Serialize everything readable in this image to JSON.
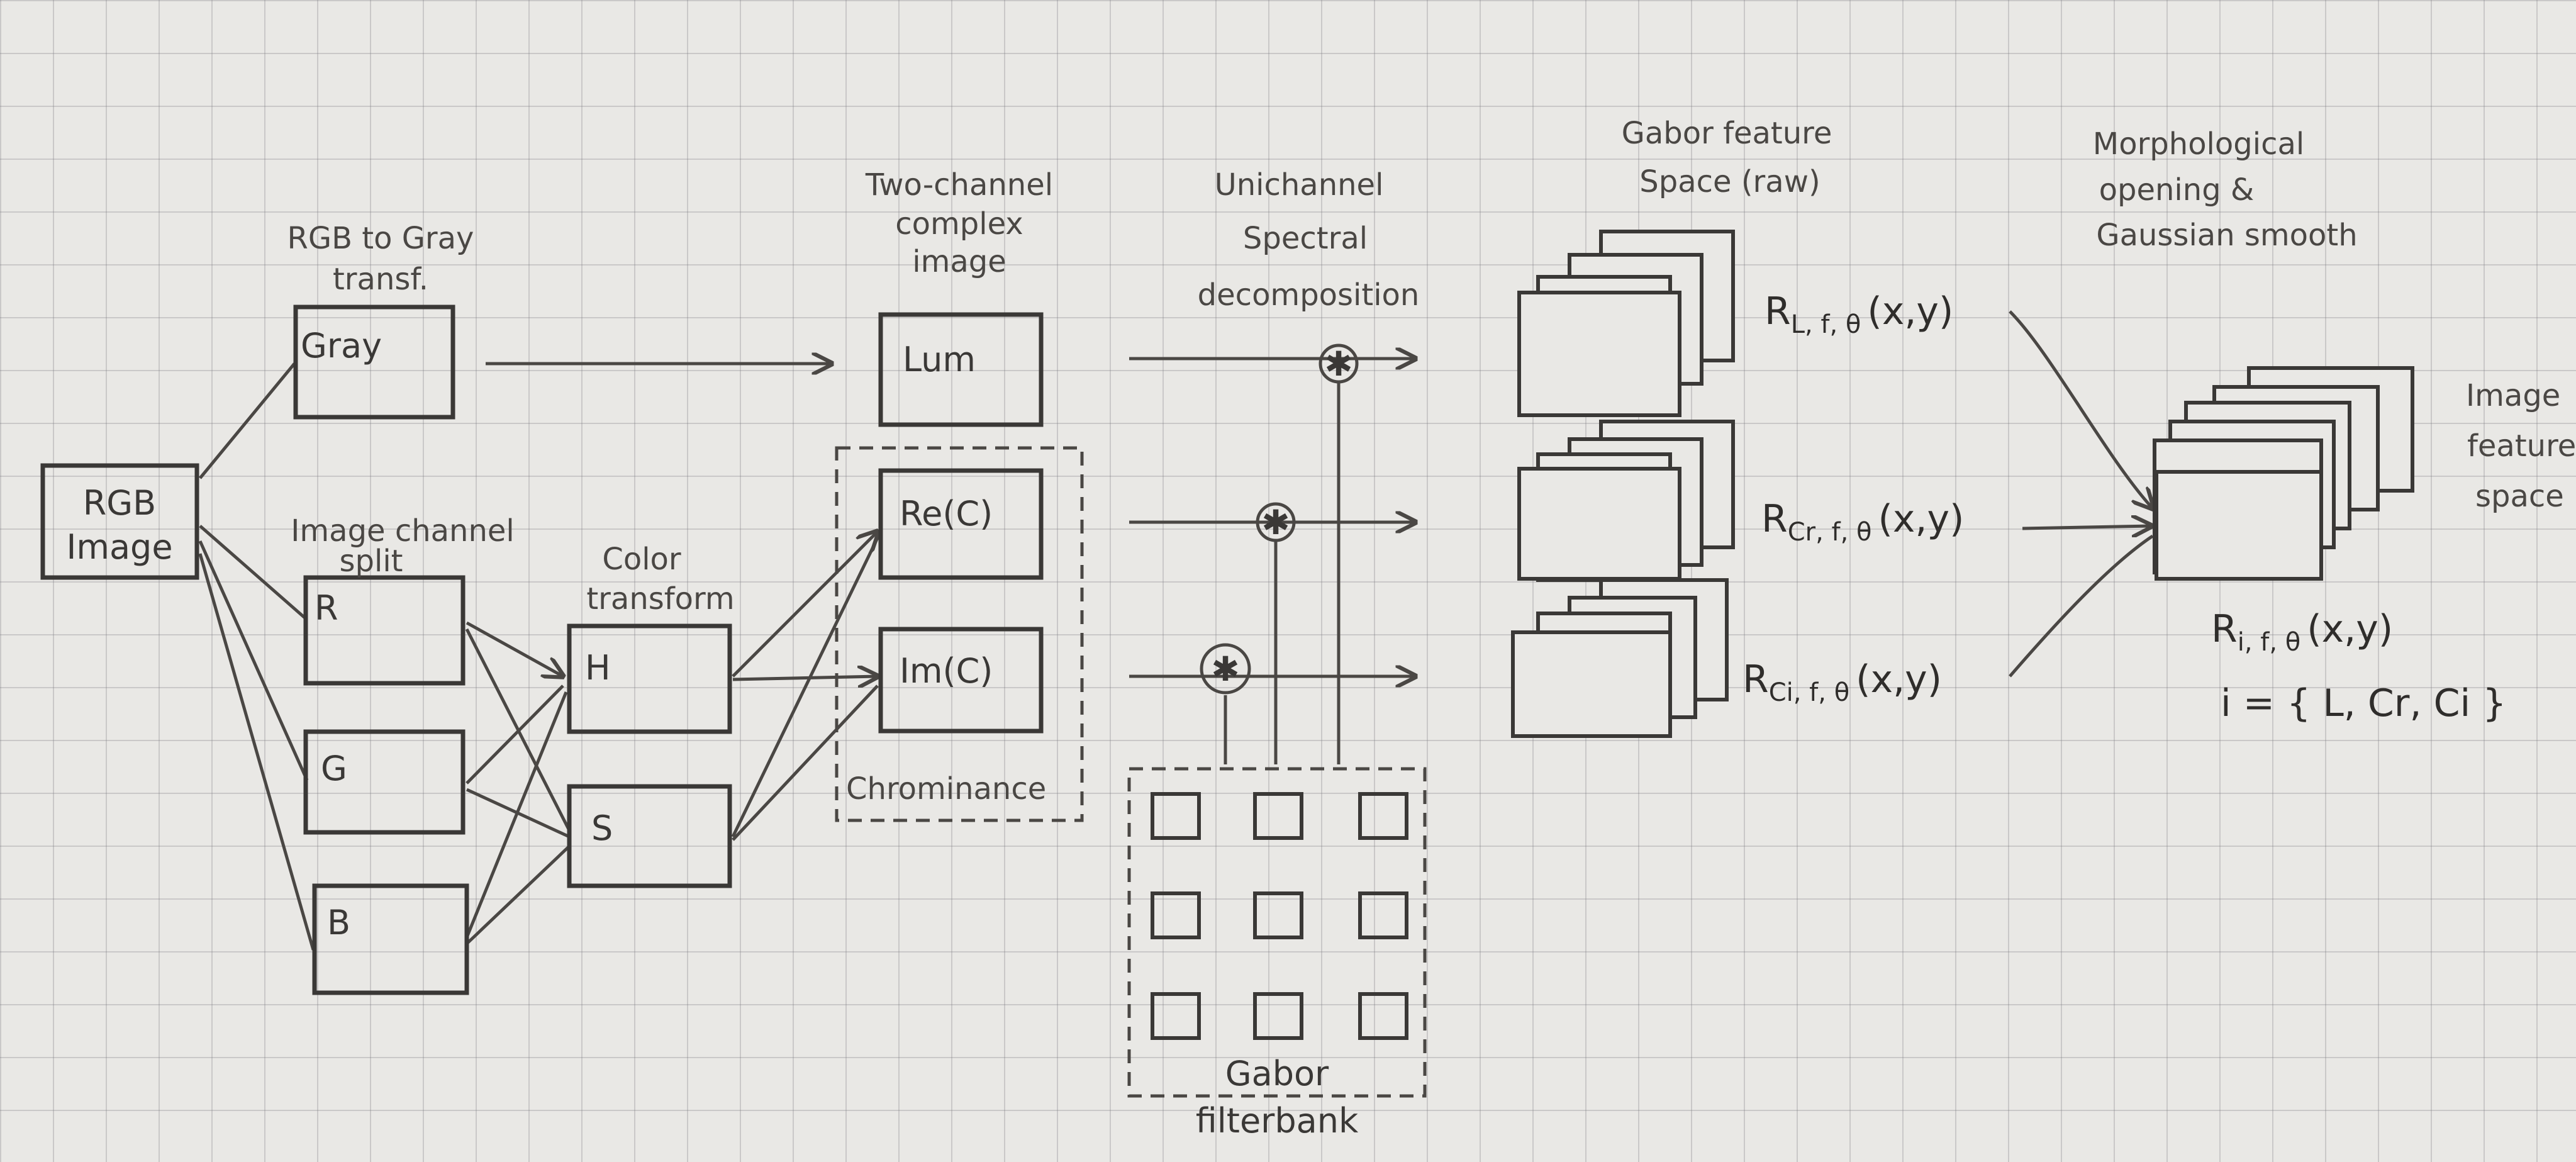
{
  "diagram": {
    "nodes": {
      "rgb": [
        "RGB",
        "Image"
      ],
      "gray": "Gray",
      "r": "R",
      "g": "G",
      "b": "B",
      "h": "H",
      "s": "S",
      "lum": "Lum",
      "re_c": "Re(C)",
      "im_c": "Im(C)"
    },
    "labels": {
      "rgb_to_gray": [
        "RGB to Gray",
        "transf."
      ],
      "image_channel_split": [
        "Image channel",
        "split"
      ],
      "color_transform": [
        "Color",
        "transform"
      ],
      "two_channel": [
        "Two-channel",
        "complex",
        "image"
      ],
      "chrominance": "Chrominance",
      "unichannel": [
        "Unichannel",
        "Spectral",
        "decomposition"
      ],
      "gabor_filterbank": [
        "Gabor",
        "filterbank"
      ],
      "gabor_feature_space": [
        "Gabor feature",
        "Space (raw)"
      ],
      "morphological": [
        "Morphological",
        "opening &",
        "Gaussian smooth"
      ],
      "image_feature_space": [
        "Image",
        "feature",
        "space"
      ]
    },
    "responses": {
      "lum": "R",
      "lum_sub": "L, f, θ",
      "cr": "R",
      "cr_sub": "Cr, f, θ",
      "ci": "R",
      "ci_sub": "Ci, f, θ",
      "args": "(x,y)"
    },
    "output": {
      "formula": "R",
      "formula_sub": "i, f, θ",
      "formula_args": "(x,y)",
      "set": "i = { L, Cr, Ci }"
    },
    "operator_symbol": "✱",
    "colors": {
      "ink": "#3a3836",
      "paper": "#e9e8e5",
      "grid": "#a8a8ac"
    }
  }
}
